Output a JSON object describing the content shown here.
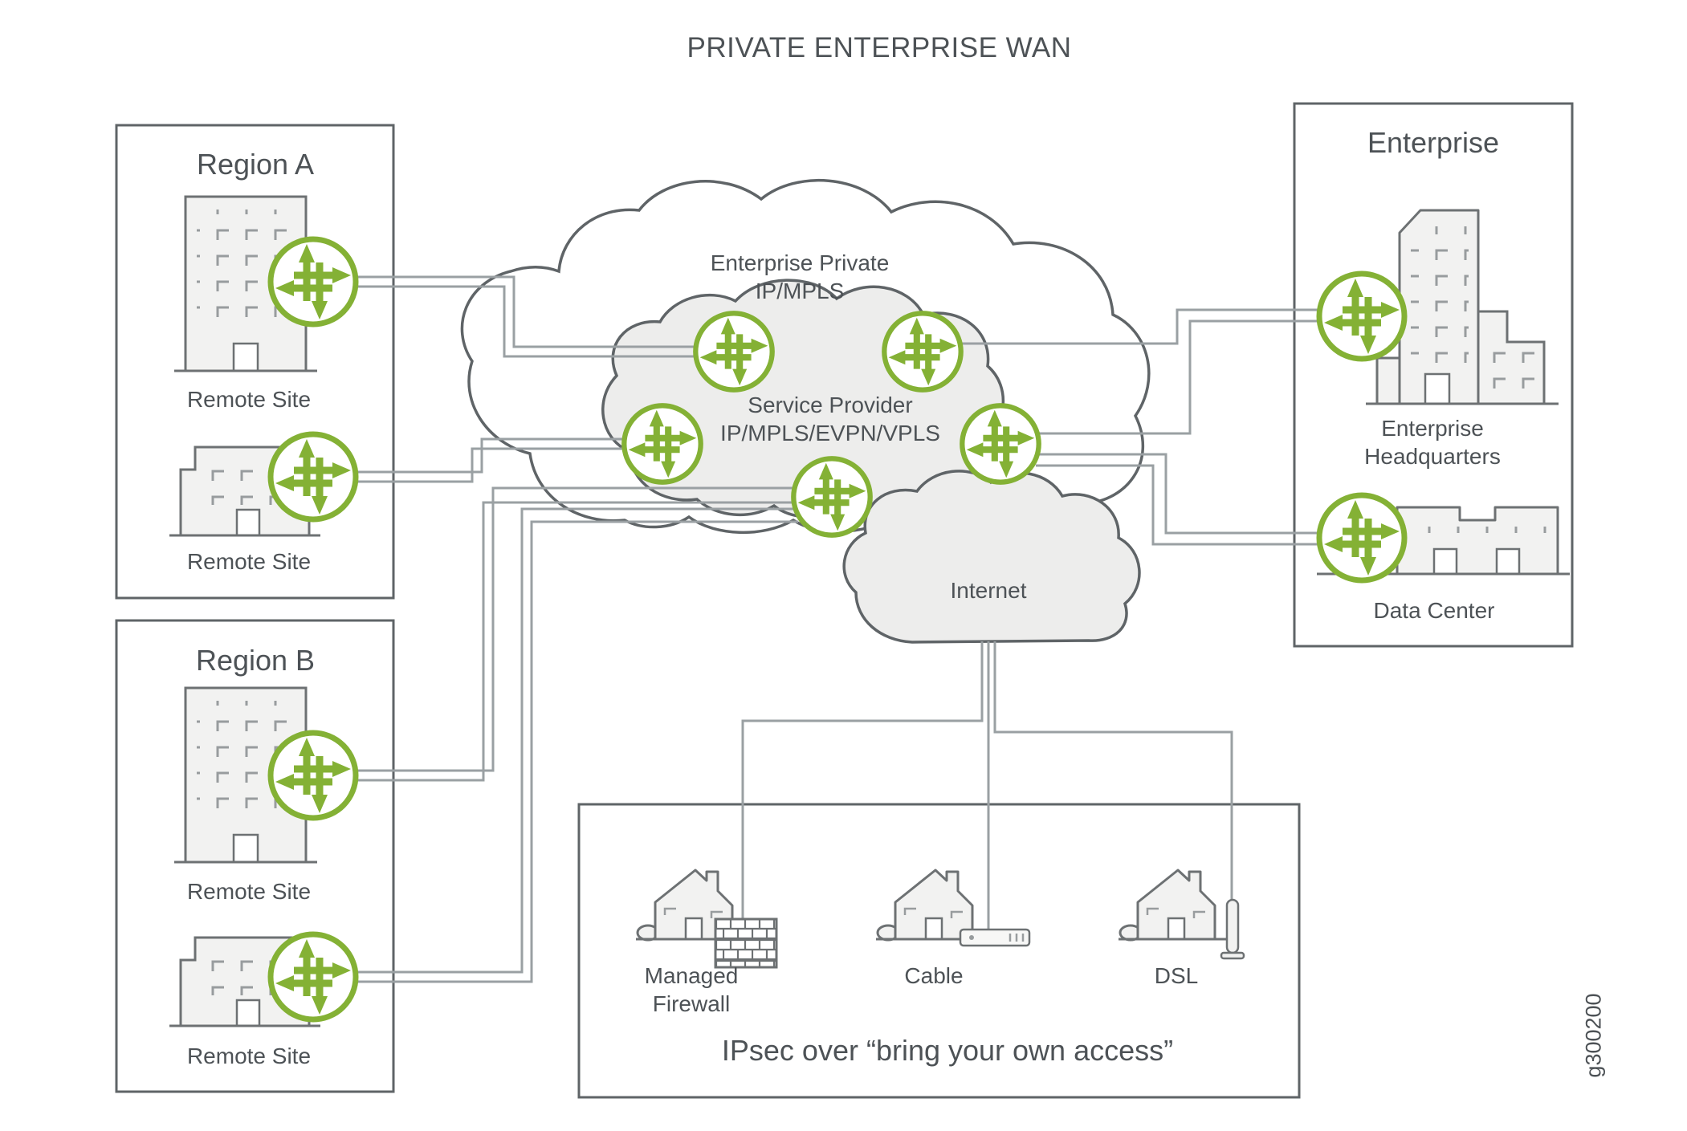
{
  "title": "PRIVATE ENTERPRISE WAN",
  "watermark": "g300200",
  "region_a": {
    "label": "Region A",
    "site1_label": "Remote Site",
    "site2_label": "Remote Site"
  },
  "region_b": {
    "label": "Region B",
    "site1_label": "Remote Site",
    "site2_label": "Remote Site"
  },
  "clouds": {
    "enterprise_private_label": "Enterprise Private\nIP/MPLS",
    "service_provider_label": "Service Provider\nIP/MPLS/EVPN/VPLS",
    "internet_label": "Internet"
  },
  "enterprise": {
    "label": "Enterprise",
    "headquarters_label": "Enterprise\nHeadquarters",
    "data_center_label": "Data Center"
  },
  "byoa": {
    "managed_firewall_label": "Managed\nFirewall",
    "cable_label": "Cable",
    "dsl_label": "DSL",
    "caption": "IPsec over “bring your own access”"
  },
  "icons": {
    "router": "juniper-router-icon",
    "cloud": "cloud-shape",
    "building": "office-building",
    "house": "home-site",
    "firewall": "brick-wall-firewall",
    "cable_modem": "cable-modem",
    "dsl_modem": "dsl-modem"
  },
  "colors": {
    "router_green": "#84b135",
    "connector_gray": "#9aa0a3",
    "outline_gray": "#5f6467",
    "building_fill": "#f2f2f1",
    "cloud_fill": "#ededec",
    "text": "#4d5256"
  }
}
